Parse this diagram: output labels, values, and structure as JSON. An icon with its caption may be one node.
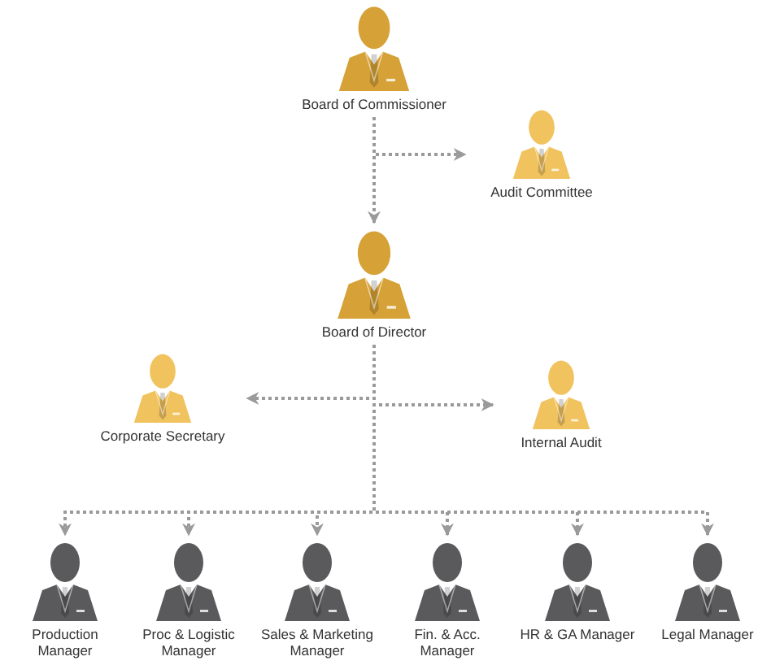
{
  "diagram": {
    "nodes": [
      {
        "text": [
          "Board of Commissioner"
        ]
      },
      {
        "text": [
          "Audit Committee"
        ]
      },
      {
        "text": [
          "Board of Director"
        ]
      },
      {
        "text": [
          "Corporate Secretary"
        ]
      },
      {
        "text": [
          "Internal Audit"
        ]
      },
      {
        "text": [
          "Production Manager"
        ]
      },
      {
        "text": [
          "Proc & Logistic Manager"
        ]
      },
      {
        "text": [
          "Sales & Marketing Manager"
        ]
      },
      {
        "text": [
          "Fin. & Acc. Manager"
        ]
      },
      {
        "text": [
          "HR & GA Manager"
        ]
      },
      {
        "text": [
          "Legal Manager"
        ]
      }
    ],
    "edges": [
      {
        "from": 0,
        "to": 2,
        "arrow": "to",
        "style": "dashed"
      },
      {
        "from": 0,
        "to": 1,
        "arrow": "to",
        "style": "dashed"
      },
      {
        "from": 2,
        "to": 3,
        "arrow": "to",
        "style": "dashed"
      },
      {
        "from": 2,
        "to": 4,
        "arrow": "to",
        "style": "dashed"
      },
      {
        "from": 2,
        "to": 5,
        "arrow": "to",
        "style": "dashed"
      },
      {
        "from": 2,
        "to": 6,
        "arrow": "to",
        "style": "dashed"
      },
      {
        "from": 2,
        "to": 7,
        "arrow": "to",
        "style": "dashed"
      },
      {
        "from": 2,
        "to": 8,
        "arrow": "to",
        "style": "dashed"
      },
      {
        "from": 2,
        "to": 9,
        "arrow": "to",
        "style": "dashed"
      },
      {
        "from": 2,
        "to": 10,
        "arrow": "to",
        "style": "dashed"
      }
    ]
  }
}
